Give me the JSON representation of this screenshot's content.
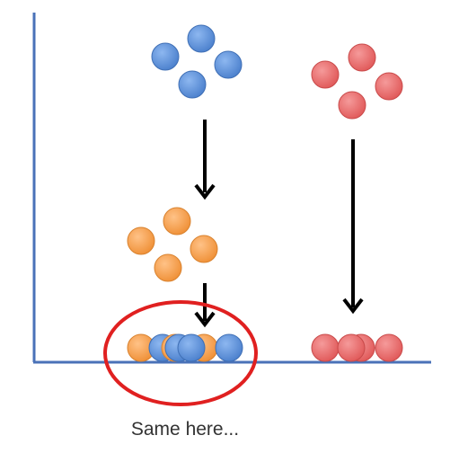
{
  "caption": "Same here...",
  "colors": {
    "axis": "#4a72b8",
    "blue": "#5b8fd8",
    "blue_stroke": "#3f6fb5",
    "orange": "#f5a04e",
    "orange_stroke": "#d9822e",
    "red": "#ec6b6b",
    "red_stroke": "#c94a4a",
    "arrow": "#000000",
    "highlight": "#e02020"
  },
  "groups": [
    {
      "name": "blue-cluster-top",
      "color": "blue",
      "count": 4
    },
    {
      "name": "orange-cluster-middle",
      "color": "orange",
      "count": 4
    },
    {
      "name": "red-cluster-top",
      "color": "red",
      "count": 4
    },
    {
      "name": "collapsed-blue-orange",
      "color": "blue+orange",
      "count": 8
    },
    {
      "name": "collapsed-red",
      "color": "red",
      "count": 4
    }
  ]
}
